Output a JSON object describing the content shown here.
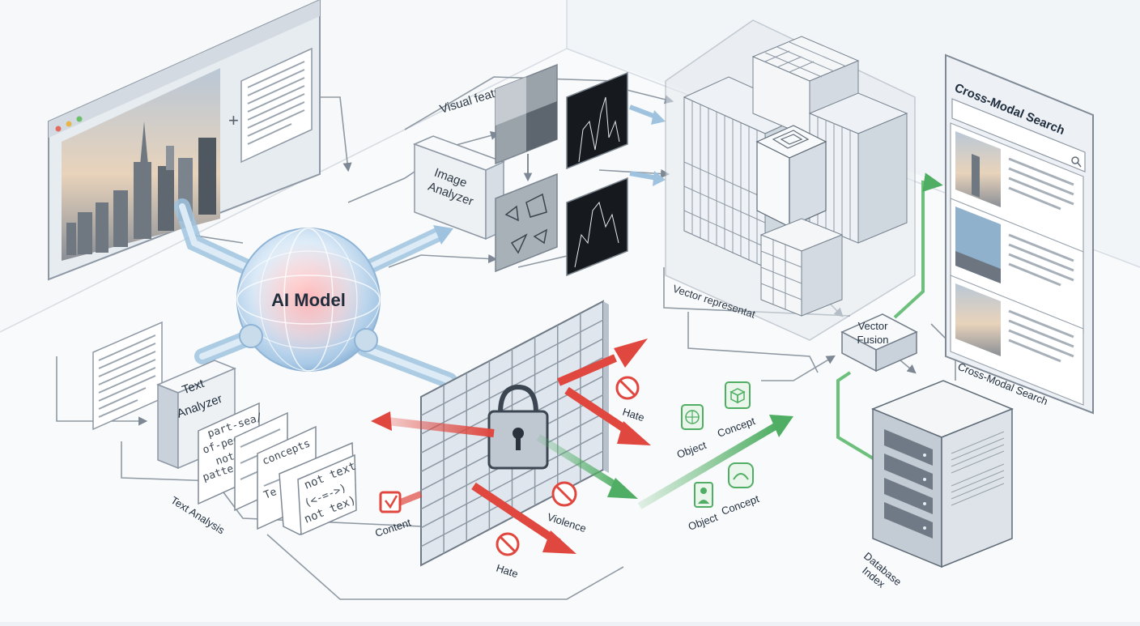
{
  "labels": {
    "ai_model": "AI Model",
    "image_analyzer_1": "Image",
    "image_analyzer_2": "Analyzer",
    "visual_feature_maps": "Visual feature maps",
    "text_analyzer_1": "Text",
    "text_analyzer_2": "Analyzer",
    "text_analysis": "Text Analysis",
    "vector_representation": "Vector representat",
    "vector_fusion_1": "Vector",
    "vector_fusion_2": "Fusion",
    "database_index_1": "Database",
    "database_index_2": "Index",
    "cross_modal_search_title": "Cross-Modal Search",
    "cross_modal_search_caption": "Cross-Modal Search"
  },
  "text_cards": {
    "card1_line1": "part-sea/",
    "card1_line2": "of-peech",
    "card1_line3": "not",
    "card1_line4": "patter",
    "card2_line1": "concepts",
    "card2_line2": "Te",
    "card3_line1": "not text",
    "card3_line2": "(<-=->)",
    "card3_line3": "not tex)",
    "plus_sign": "+"
  },
  "filter_labels": {
    "hate_top": "Hate",
    "violence": "Violence",
    "content": "Content",
    "hate_bottom": "Hate"
  },
  "safe_labels": {
    "object_1": "Object",
    "concept_1": "Concept",
    "object_2": "Object",
    "concept_2": "Concept"
  },
  "colors": {
    "flow_blue": "#9fc3df",
    "block_red": "#e0473f",
    "pass_green": "#4fae63",
    "line_gray": "#9aa4ae"
  }
}
